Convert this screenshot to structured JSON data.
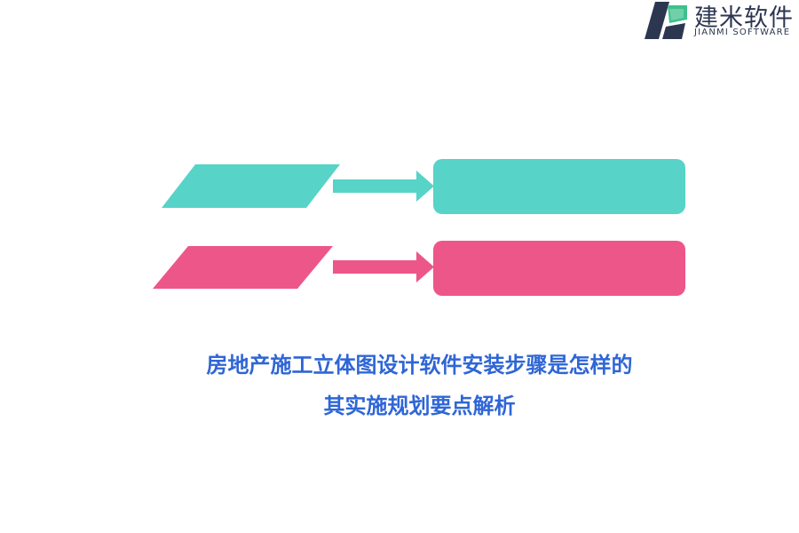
{
  "logo": {
    "name_cn": "建米软件",
    "name_en": "JIANMI SOFTWARE",
    "colors": {
      "dark": "#2c3650",
      "green": "#3fc08e"
    }
  },
  "diagram": {
    "rows": [
      {
        "parallelogram_label": "",
        "box_label": "",
        "color": "#57d3c8"
      },
      {
        "parallelogram_label": "",
        "box_label": "",
        "color": "#ed5689"
      }
    ],
    "connector": "right-arrow"
  },
  "caption": {
    "line1": "房地产施工立体图设计软件安装步骤是怎样的",
    "line2": "其实施规划要点解析",
    "color": "#2f66d6"
  }
}
